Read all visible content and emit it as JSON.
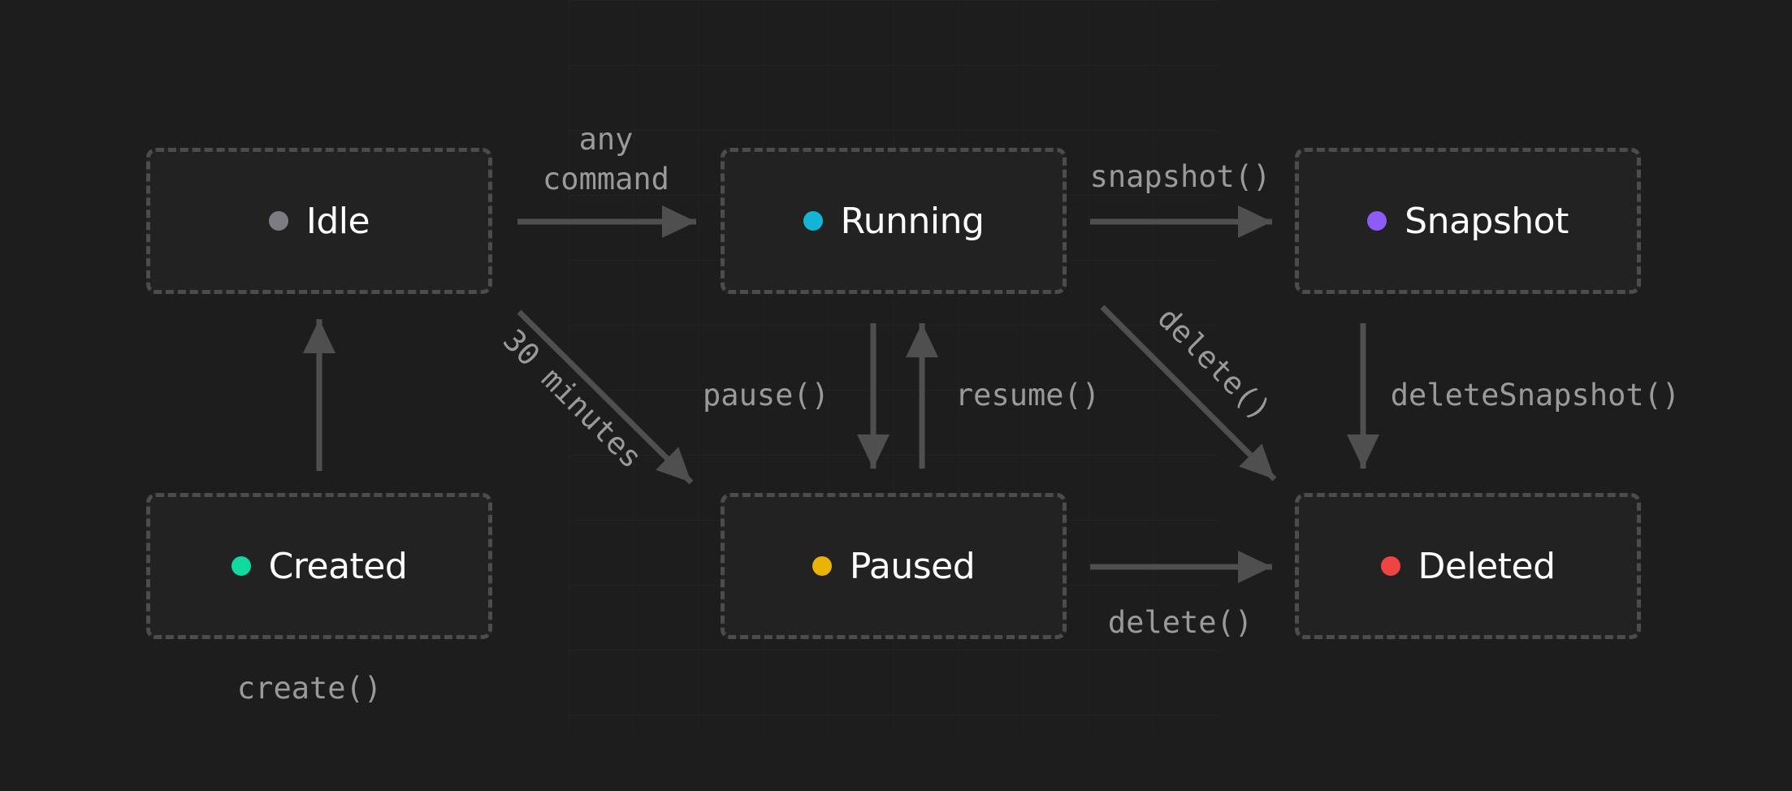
{
  "colors": {
    "background": "#1d1d1d",
    "box_fill": "#222222",
    "box_border": "#4c4c4c",
    "arrow": "#4f4f4f",
    "edge_label": "#9a9a9a",
    "state_label": "#ffffff"
  },
  "states": {
    "idle": {
      "label": "Idle",
      "color": "#7d7c85"
    },
    "running": {
      "label": "Running",
      "color": "#14b4d6"
    },
    "snapshot": {
      "label": "Snapshot",
      "color": "#8b5cf6"
    },
    "created": {
      "label": "Created",
      "color": "#10d9a0"
    },
    "paused": {
      "label": "Paused",
      "color": "#eab308"
    },
    "deleted": {
      "label": "Deleted",
      "color": "#ef4444"
    }
  },
  "transitions": {
    "idle_to_running_line1": "any",
    "idle_to_running_line2": "command",
    "running_to_snapshot": "snapshot()",
    "idle_to_paused": "30 minutes",
    "running_to_paused": "pause()",
    "paused_to_running": "resume()",
    "running_to_deleted": "delete()",
    "snapshot_to_deleted": "deleteSnapshot()",
    "paused_to_deleted": "delete()",
    "created_label": "create()"
  }
}
